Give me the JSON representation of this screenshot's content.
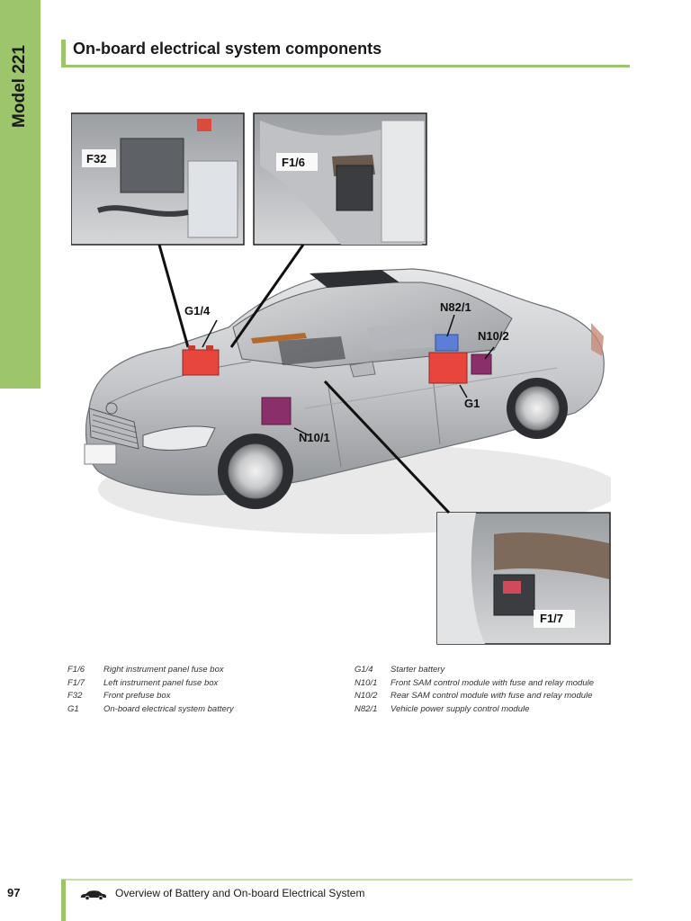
{
  "sidebar": {
    "model": "Model 221"
  },
  "header": {
    "title": "On-board electrical system components"
  },
  "figure": {
    "labels": {
      "f32": "F32",
      "f16": "F1/6",
      "g14": "G1/4",
      "n821": "N82/1",
      "n102": "N10/2",
      "g1": "G1",
      "n101": "N10/1",
      "f17": "F1/7"
    }
  },
  "legend": {
    "left": [
      {
        "code": "F1/6",
        "desc": "Right instrument panel fuse box"
      },
      {
        "code": "F1/7",
        "desc": "Left instrument panel fuse box"
      },
      {
        "code": "F32",
        "desc": "Front prefuse box"
      },
      {
        "code": "G1",
        "desc": "On-board electrical system battery"
      }
    ],
    "right": [
      {
        "code": "G1/4",
        "desc": "Starter battery"
      },
      {
        "code": "N10/1",
        "desc": "Front SAM control module with fuse and relay module"
      },
      {
        "code": "N10/2",
        "desc": "Rear SAM control module with fuse and relay module"
      },
      {
        "code": "N82/1",
        "desc": "Vehicle power supply control module"
      }
    ]
  },
  "footer": {
    "page_number": "97",
    "text": "Overview of Battery and On-board Electrical System"
  },
  "colors": {
    "accent_green": "#9dc56b",
    "component_red": "#e8453c",
    "component_purple": "#8b2f6b",
    "component_blue": "#5b7fd6"
  }
}
